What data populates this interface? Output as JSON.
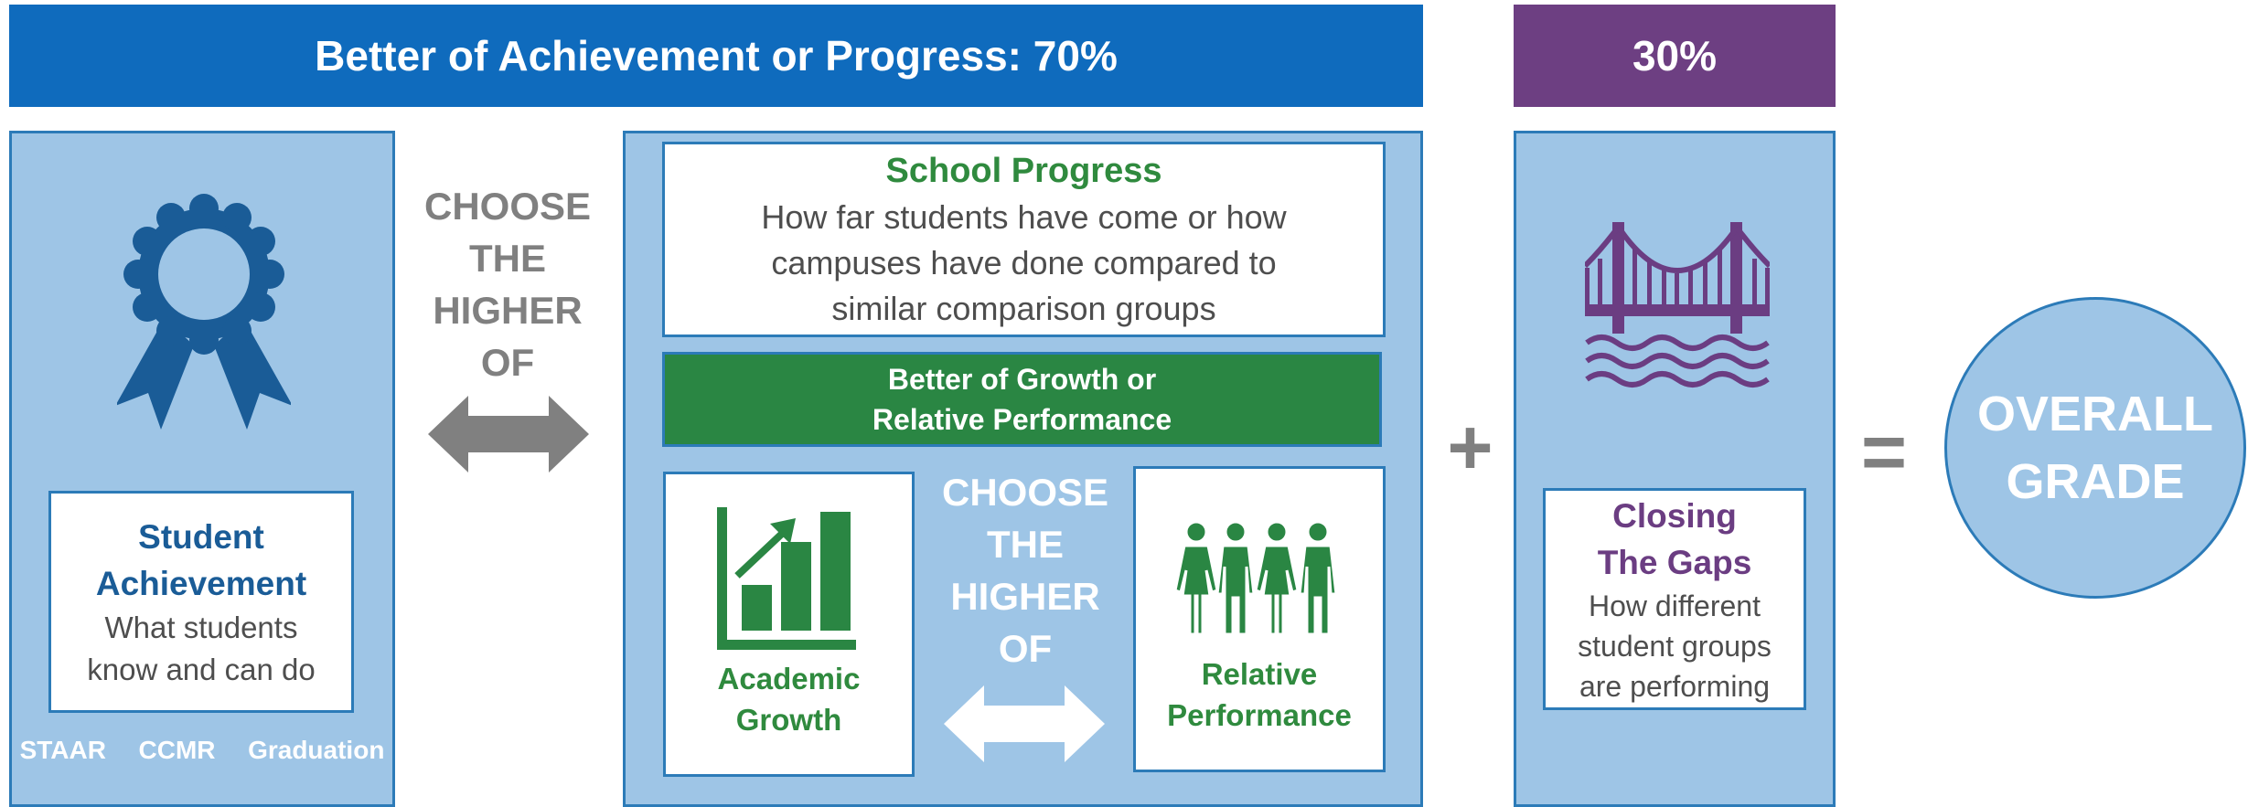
{
  "header": {
    "left_label": "Better of Achievement or Progress: 70%",
    "right_label": "30%"
  },
  "achievement": {
    "title_line1": "Student",
    "title_line2": "Achievement",
    "desc_line1": "What students",
    "desc_line2": "know and can do",
    "measures": [
      "STAAR",
      "CCMR",
      "Graduation"
    ]
  },
  "choose_higher": {
    "lines": [
      "CHOOSE",
      "THE",
      "HIGHER",
      "OF"
    ]
  },
  "progress": {
    "title": "School Progress",
    "desc_lines": [
      "How far students have come or how",
      "campuses have done compared to",
      "similar comparison groups"
    ],
    "banner_line1": "Better of Growth or",
    "banner_line2": "Relative Performance",
    "growth_line1": "Academic",
    "growth_line2": "Growth",
    "relative_line1": "Relative",
    "relative_line2": "Performance"
  },
  "gaps": {
    "title_line1": "Closing",
    "title_line2": "The Gaps",
    "desc_lines": [
      "How different",
      "student groups",
      "are performing"
    ]
  },
  "operators": {
    "plus": "+",
    "equals": "="
  },
  "overall": {
    "line1": "OVERALL",
    "line2": "GRADE"
  },
  "colors": {
    "blue_header": "#0f6bbd",
    "purple_header": "#6d3f82",
    "panel": "#9ec5e6",
    "green": "#2a8643",
    "dark_blue": "#1a5c97",
    "grey": "#808080",
    "purple": "#6b3d82"
  }
}
